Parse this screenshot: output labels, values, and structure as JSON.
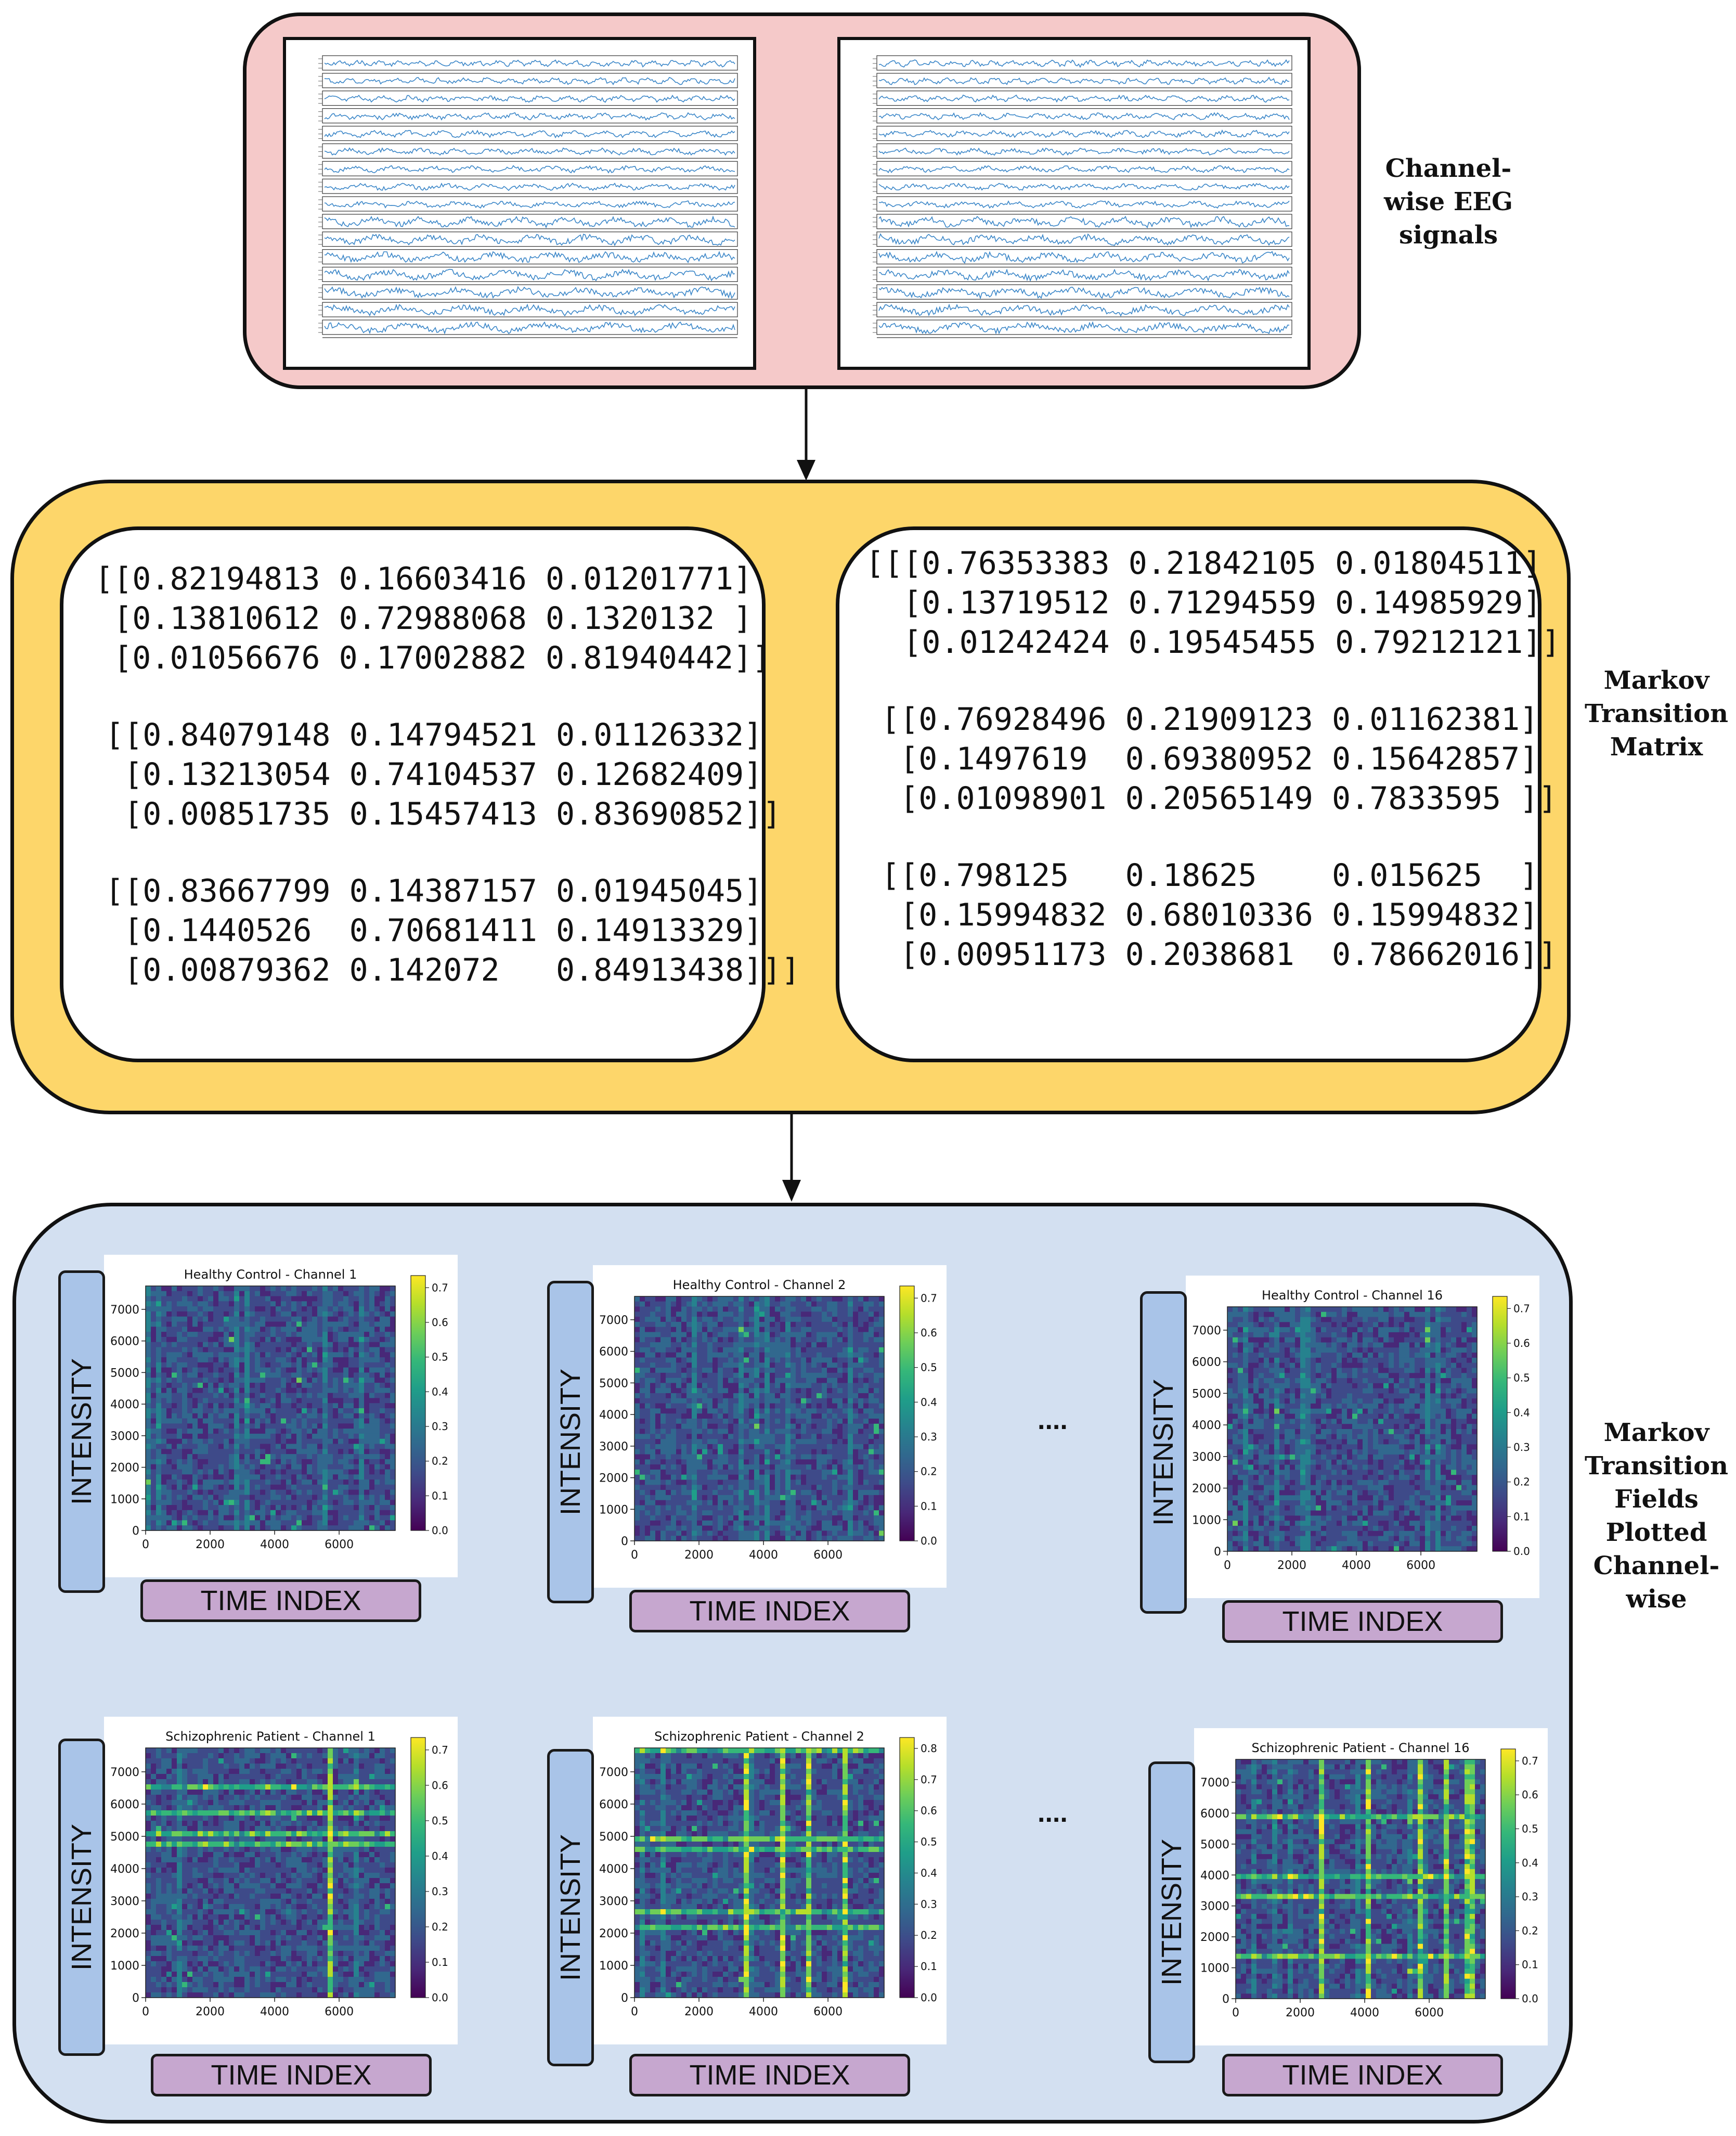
{
  "stage1": {
    "label": [
      "Channel-",
      "wise EEG",
      "signals"
    ]
  },
  "stage2": {
    "label": [
      "Markov",
      "Transition",
      "Matrix"
    ],
    "matrices_left": [
      [
        "[[0.82194813 0.16603416 0.01201771]",
        " [0.13810612 0.72988068 0.1320132 ]",
        " [0.01056676 0.17002882 0.81940442]]"
      ],
      [
        "[[0.84079148 0.14794521 0.01126332]",
        " [0.13213054 0.74104537 0.12682409]",
        " [0.00851735 0.15457413 0.83690852]]"
      ],
      [
        "[[0.83667799 0.14387157 0.01945045]",
        " [0.1440526  0.70681411 0.14913329]",
        " [0.00879362 0.142072   0.84913438]]]"
      ]
    ],
    "matrices_right": [
      [
        "[[[0.76353383 0.21842105 0.01804511]",
        "  [0.13719512 0.71294559 0.14985929]",
        "  [0.01242424 0.19545455 0.79212121]]"
      ],
      [
        "[[0.76928496 0.21909123 0.01162381]",
        " [0.1497619  0.69380952 0.15642857]",
        " [0.01098901 0.20565149 0.7833595 ]]"
      ],
      [
        "[[0.798125   0.18625    0.015625  ]",
        " [0.15994832 0.68010336 0.15994832]",
        " [0.00951173 0.2038681  0.78662016]]"
      ]
    ]
  },
  "stage3": {
    "label": [
      "Markov",
      "Transition",
      "Fields",
      "Plotted",
      "Channel-",
      "wise"
    ],
    "ylabel": "INTENSITY",
    "xlabel": "TIME INDEX",
    "ellipsis": "....",
    "plots": [
      {
        "title": "Healthy Control - Channel 1",
        "cmax": 0.7
      },
      {
        "title": "Healthy Control - Channel 2",
        "cmax": 0.7
      },
      {
        "title": "Healthy Control - Channel 16",
        "cmax": 0.7
      },
      {
        "title": "Schizophrenic Patient - Channel 1",
        "cmax": 0.7
      },
      {
        "title": "Schizophrenic Patient - Channel 2",
        "cmax": 0.8
      },
      {
        "title": "Schizophrenic Patient - Channel 16",
        "cmax": 0.7
      }
    ],
    "y_ticks": [
      "0",
      "1000",
      "2000",
      "3000",
      "4000",
      "5000",
      "6000",
      "7000"
    ],
    "x_ticks": [
      "0",
      "2000",
      "4000",
      "6000"
    ],
    "colors": {
      "stage1": "#f5c9c9",
      "stage2": "#fdd66a",
      "stage3": "#d3e0f1",
      "ylabel_box": "#a9c4e8",
      "xlabel_box": "#c6a7cf"
    }
  }
}
